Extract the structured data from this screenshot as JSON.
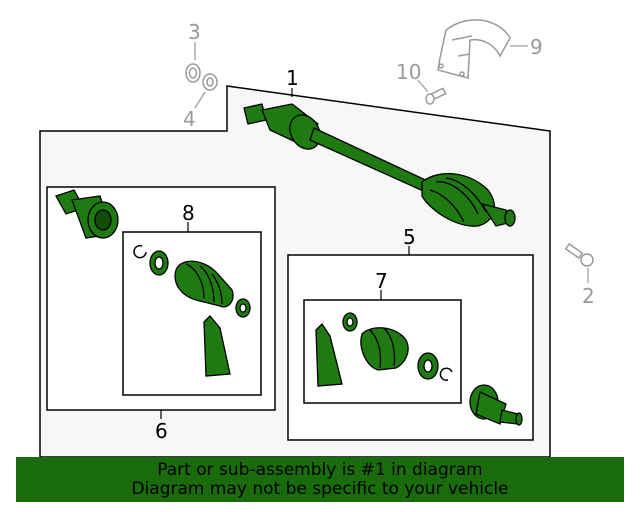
{
  "callouts": {
    "c1": "1",
    "c2": "2",
    "c3": "3",
    "c4": "4",
    "c5": "5",
    "c6": "6",
    "c7": "7",
    "c8": "8",
    "c9": "9",
    "c10": "10"
  },
  "banner": {
    "line1": "Part or sub-assembly is #1 in diagram",
    "line2": "Diagram may not be specific to your vehicle"
  },
  "colors": {
    "part_green": "#1f7a12",
    "part_dark": "#0f4d08",
    "banner_green": "#1a6b0c",
    "gray": "#9a9a9a",
    "panel_fill": "#f7f7f7"
  }
}
